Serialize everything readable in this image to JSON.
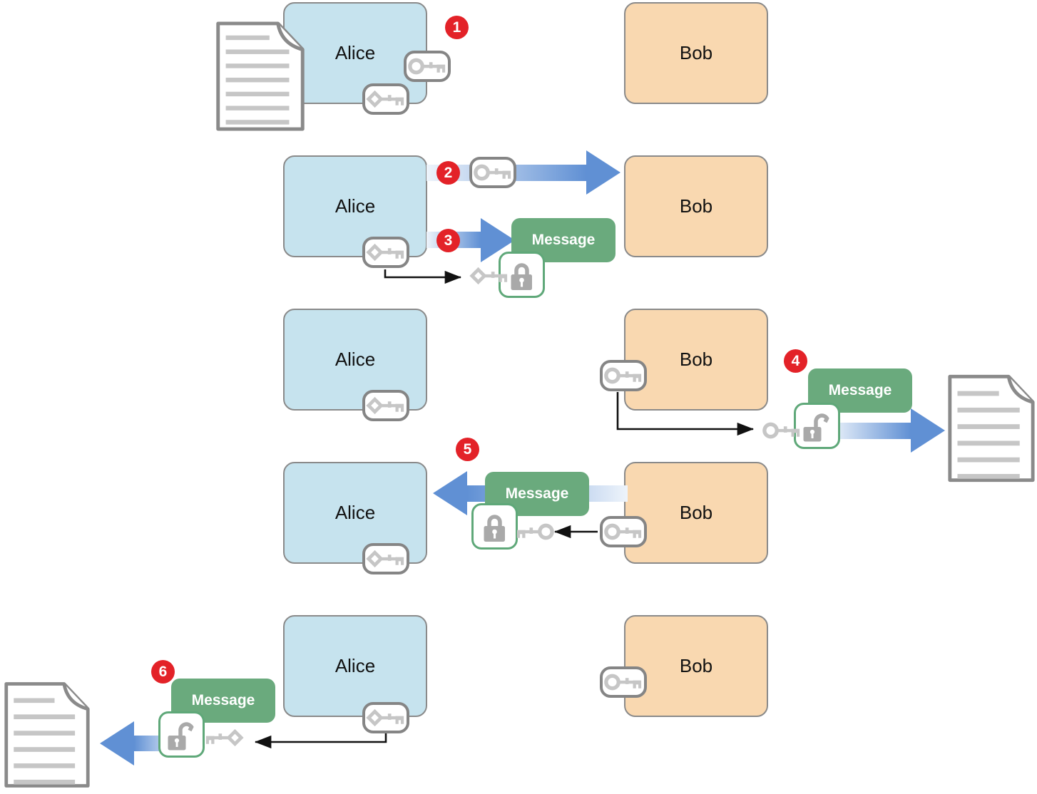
{
  "labels": {
    "alice": "Alice",
    "bob": "Bob",
    "message": "Message"
  },
  "steps": [
    "1",
    "2",
    "3",
    "4",
    "5",
    "6"
  ],
  "icons": {
    "public_key": "public-key-icon (round-bow skeleton key)",
    "private_key": "private-key-icon (diamond-bow skeleton key)",
    "padlock_locked": "padlock-locked-icon",
    "padlock_unlocked": "padlock-unlocked-icon",
    "document": "document-icon (page with folded corner)"
  },
  "colors": {
    "alice_box": "#c6e3ee",
    "bob_box": "#f9d8b0",
    "message": "#6aaa7d",
    "step_badge": "#e32228",
    "arrow_blue": "#6090d4",
    "lock_badge_border": "#5fa879",
    "box_border": "#8a8a8a"
  }
}
